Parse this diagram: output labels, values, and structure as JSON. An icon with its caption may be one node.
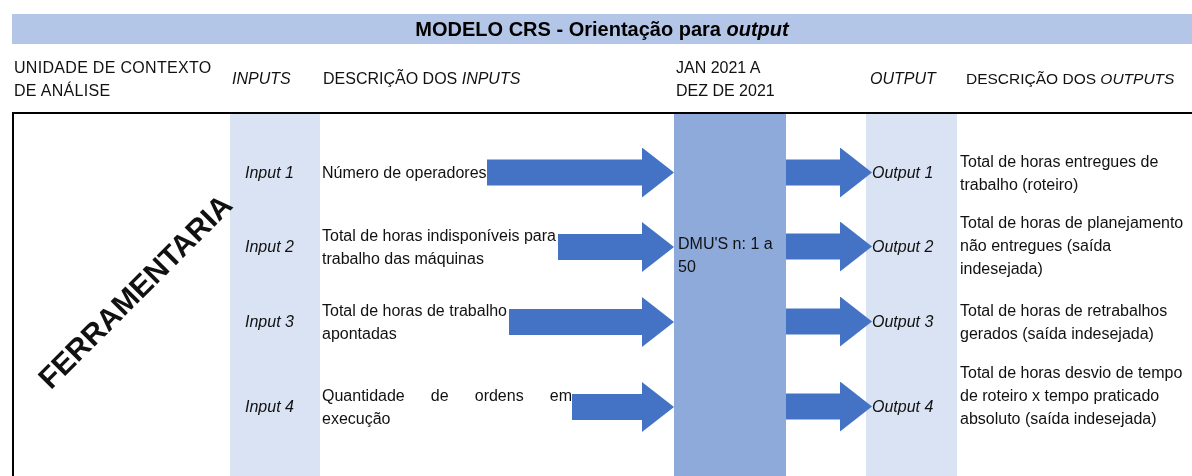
{
  "diagram": {
    "title": "MODELO CRS - Orientação para *output*",
    "nodes": [
      {
        "text": [
          "Número de operadores"
        ]
      },
      {
        "text": [
          "Total de horas indisponíveis para trabalho das máquinas"
        ]
      },
      {
        "text": [
          "Total de horas de trabalho apontadas"
        ]
      },
      {
        "text": [
          "Quantidade de ordens em execução"
        ]
      },
      {
        "text": [
          "DMU'S n: 1 a 50"
        ]
      },
      {
        "text": [
          "Output 1"
        ]
      },
      {
        "text": [
          "Output 2"
        ]
      },
      {
        "text": [
          "Output 3"
        ]
      },
      {
        "text": [
          "Output 4"
        ]
      }
    ],
    "edges": [
      {
        "from": 0,
        "to": 4,
        "arrow": "to"
      },
      {
        "from": 1,
        "to": 4,
        "arrow": "to"
      },
      {
        "from": 2,
        "to": 4,
        "arrow": "to"
      },
      {
        "from": 3,
        "to": 4,
        "arrow": "to"
      },
      {
        "from": 4,
        "to": 5,
        "arrow": "to"
      },
      {
        "from": 4,
        "to": 6,
        "arrow": "to"
      },
      {
        "from": 4,
        "to": 7,
        "arrow": "to"
      },
      {
        "from": 4,
        "to": 8,
        "arrow": "to"
      }
    ],
    "labels": [
      "UNIDADE DE CONTEXTO DE ANÁLISE",
      "INPUTS",
      "DESCRIÇÃO DOS *INPUTS*",
      "JAN 2021 A DEZ DE 2021",
      "OUTPUT",
      "DESCRIÇÃO DOS *OUTPUTS*",
      "FERRAMENTARIA",
      "Input 1",
      "Input 2",
      "Input 3",
      "Input 4",
      "Total de horas entregues de trabalho (roteiro)",
      "Total de horas de planejamento não entregues (saída indesejada)",
      "Total de horas de retrabalhos gerados (saída indesejada)",
      "Total de horas desvio de tempo de roteiro x tempo praticado absoluto (saída indesejada)"
    ]
  }
}
